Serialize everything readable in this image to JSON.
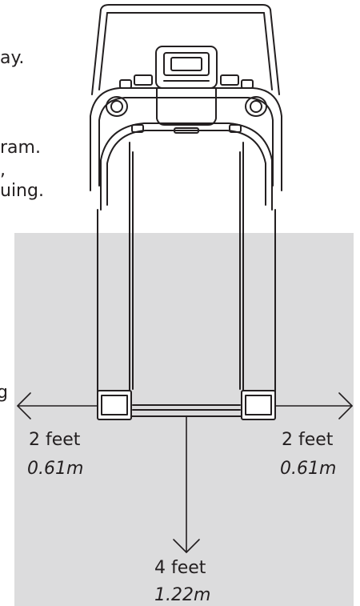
{
  "cropped_text": {
    "line1": "ay.",
    "line2": "ram.",
    "line3": ",",
    "line4": "uing.",
    "line5": "g"
  },
  "clearance": {
    "left": {
      "imperial": "2 feet",
      "metric": "0.61m"
    },
    "right": {
      "imperial": "2 feet",
      "metric": "0.61m"
    },
    "rear": {
      "imperial": "4 feet",
      "metric": "1.22m"
    }
  },
  "colors": {
    "zone_fill": "#dcdcdd",
    "line": "#231f20",
    "text": "#231f20"
  }
}
